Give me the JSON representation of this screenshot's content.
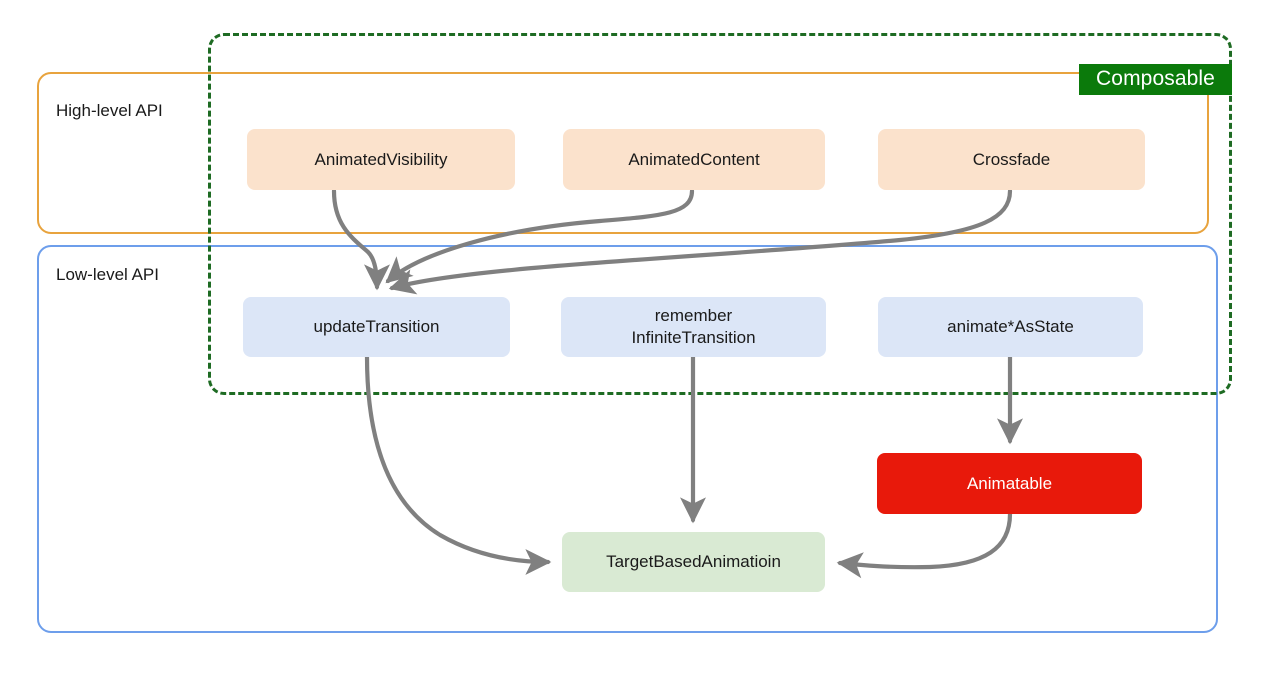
{
  "diagram": {
    "title_badge": "Composable",
    "groups": [
      {
        "name": "high-level-api",
        "label": "High-level API"
      },
      {
        "name": "low-level-api",
        "label": "Low-level API"
      }
    ],
    "nodes": {
      "animated_visibility": "AnimatedVisibility",
      "animated_content": "AnimatedContent",
      "crossfade": "Crossfade",
      "update_transition": "updateTransition",
      "remember_infinite_transition": "remember\nInfiniteTransition",
      "animate_as_state": "animate*AsState",
      "animatable": "Animatable",
      "target_based_animation": "TargetBasedAnimatioin"
    },
    "colors": {
      "high_level_border": "#E8A33D",
      "low_level_border": "#6D9EEB",
      "composable_dashed": "#1E6B23",
      "composable_badge": "#0B7A0B",
      "node_orange": "#FBE2CC",
      "node_blue": "#DCE6F7",
      "node_red": "#E8190B",
      "node_green": "#D9EAD3",
      "arrow": "#808080"
    },
    "edges": [
      {
        "from": "AnimatedVisibility",
        "to": "updateTransition"
      },
      {
        "from": "AnimatedContent",
        "to": "updateTransition"
      },
      {
        "from": "Crossfade",
        "to": "updateTransition"
      },
      {
        "from": "updateTransition",
        "to": "TargetBasedAnimatioin"
      },
      {
        "from": "rememberInfiniteTransition",
        "to": "TargetBasedAnimatioin"
      },
      {
        "from": "animate*AsState",
        "to": "Animatable"
      },
      {
        "from": "Animatable",
        "to": "TargetBasedAnimatioin"
      }
    ]
  }
}
